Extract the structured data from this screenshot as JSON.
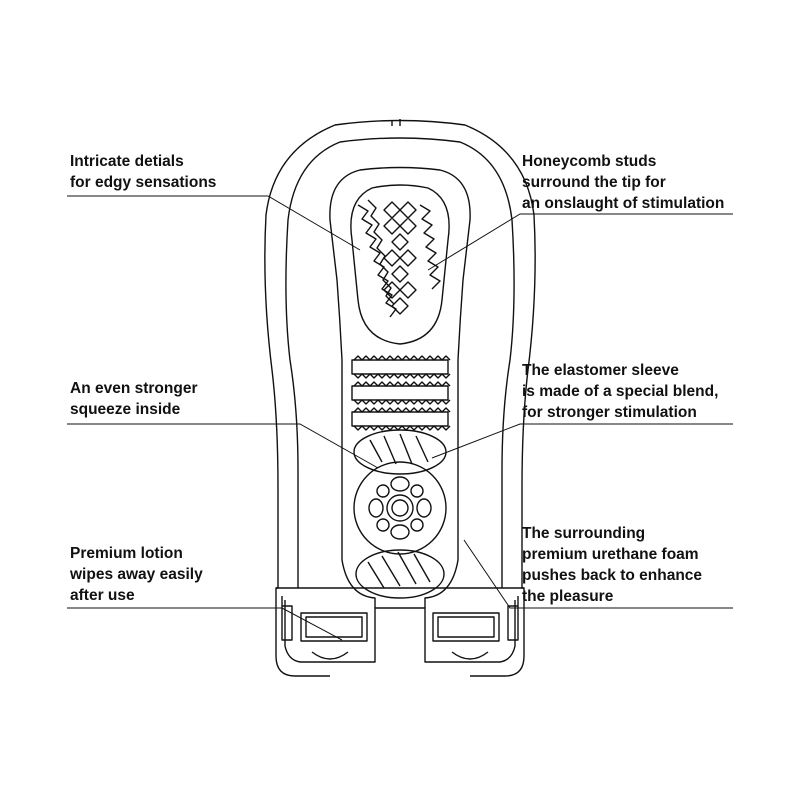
{
  "callouts": {
    "details": [
      "Intricate detials",
      "for edgy sensations"
    ],
    "squeeze": [
      "An even stronger",
      "squeeze inside"
    ],
    "lotion": [
      "Premium lotion",
      "wipes away easily",
      "after use"
    ],
    "honeycomb": [
      "Honeycomb studs",
      "surround the tip for",
      "an onslaught of stimulation"
    ],
    "sleeve": [
      "The elastomer sleeve",
      "is made of a special blend,",
      "for stronger stimulation"
    ],
    "foam": [
      "The surrounding",
      "premium urethane foam",
      "pushes back to enhance",
      "the pleasure"
    ]
  },
  "colors": {
    "line": "#111111",
    "text": "#111111",
    "background": "#ffffff"
  }
}
